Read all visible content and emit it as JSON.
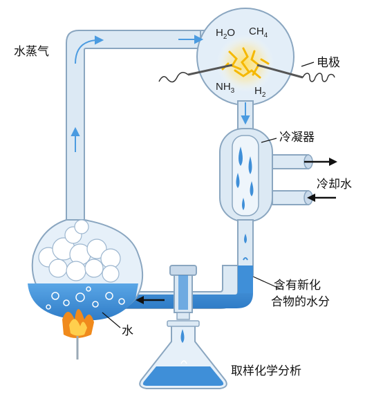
{
  "labels": {
    "vapor": "水蒸气",
    "electrode": "电极",
    "condenser": "冷凝器",
    "cooling_water": "冷却水",
    "water": "水",
    "new_compounds_line1": "含有新化",
    "new_compounds_line2": "合物的水分",
    "sampling": "取样化学分析"
  },
  "gases": {
    "h2o_base": "H",
    "h2o_sub": "2",
    "h2o_tail": "O",
    "ch4_base": "CH",
    "ch4_sub": "4",
    "nh3_base": "NH",
    "nh3_sub": "3",
    "h2_base": "H",
    "h2_sub": "2"
  },
  "colors": {
    "tube_fill": "#dce9f4",
    "tube_outline": "#8aa6c0",
    "water": "#3f8fd8",
    "arrow_blue": "#4b9be0",
    "spark": "#f5b800",
    "flame": "#f08a1c"
  }
}
